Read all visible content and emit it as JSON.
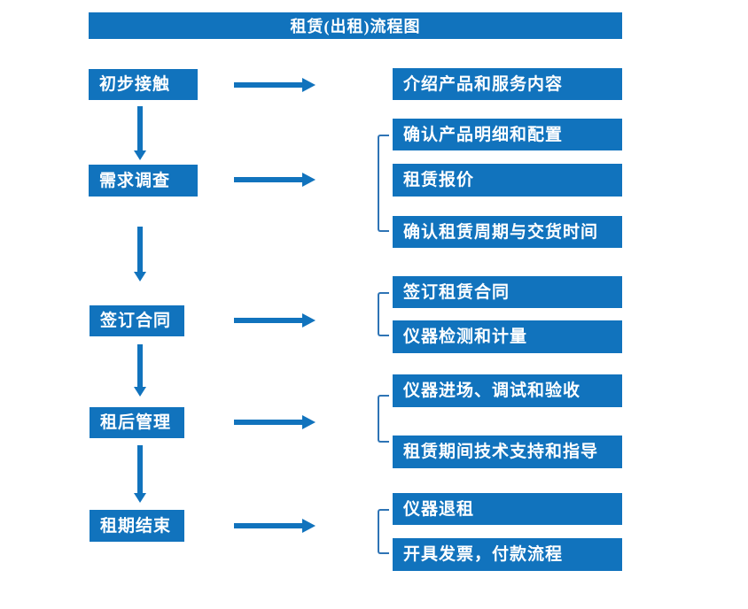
{
  "title": "租赁(出租)流程图",
  "colors": {
    "primary_blue": "#1173BD",
    "bracket_blue": "#2E74B5",
    "box_text": "#ffffff",
    "background": "#ffffff"
  },
  "flow": {
    "steps": [
      {
        "label": "初步接触",
        "outputs": [
          "介绍产品和服务内容"
        ]
      },
      {
        "label": "需求调查",
        "outputs": [
          "确认产品明细和配置",
          "租赁报价",
          "确认租赁周期与交货时间"
        ]
      },
      {
        "label": "签订合同",
        "outputs": [
          "签订租赁合同",
          "仪器检测和计量"
        ]
      },
      {
        "label": "租后管理",
        "outputs": [
          "仪器进场、调试和验收",
          "租赁期间技术支持和指导"
        ]
      },
      {
        "label": "租期结束",
        "outputs": [
          "仪器退租",
          "开具发票，付款流程"
        ]
      }
    ]
  }
}
